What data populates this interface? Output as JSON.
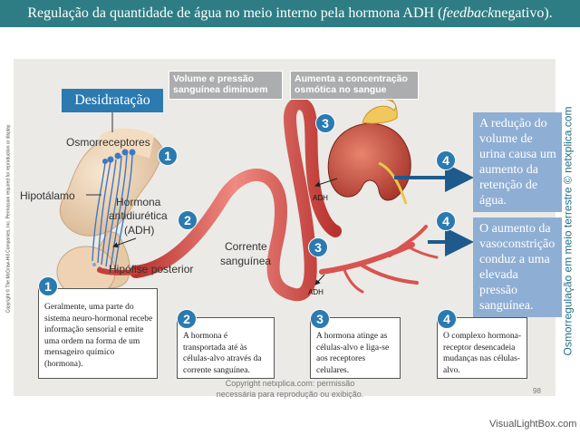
{
  "title": {
    "before": "Regulação da quantidade de água no meio interno pela hormona ADH (",
    "italic": "feedback",
    "after": " negativo)."
  },
  "side_copyright": "Copyright © The McGraw-Hill Companies, Inc. Permission required for reproduction or display.",
  "watermark_right": "Osmorregulação em meio terrestre © netxplica.com",
  "labels": {
    "desidratacao": "Desidratação",
    "osmorreceptores": "Osmorreceptores",
    "hipotalamo": "Hipotálamo",
    "hormona": "Hormona",
    "antidiuretica": "antidiurética",
    "adh_paren": "(ADH)",
    "hipofise": "Hipófise posterior",
    "corrente1": "Corrente",
    "corrente2": "sanguínea",
    "adh_kidney": "ADH",
    "adh_vessel": "ADH"
  },
  "top_boxes": {
    "volume": "Volume e pressão sanguínea diminuem",
    "concentracao": "Aumenta a concentração osmótica no sangue"
  },
  "right_boxes": {
    "reducao": "A redução do volume de urina causa um aumento da retenção de água.",
    "aumento": "O aumento da vasoconstrição conduz a uma elevada pressão sanguínea."
  },
  "badges": {
    "b1": "1",
    "b2": "2",
    "b3a": "3",
    "b3b": "3",
    "b4a": "4",
    "b4b": "4"
  },
  "captions": [
    {
      "num": "1",
      "text": "Geralmente, uma parte do sistema neuro-hormonal recebe informação sensorial e emite uma ordem na forma de um mensageiro químico (hormona)."
    },
    {
      "num": "2",
      "text": "A hormona é transportada até às células-alvo através da corrente sanguínea."
    },
    {
      "num": "3",
      "text": "A hormona atinge as células-alvo e liga-se aos receptores celulares."
    },
    {
      "num": "4",
      "text": "O complexo hormona-receptor desencadeia mudanças nas células-alvo."
    }
  ],
  "footer": {
    "line1": "Copyright netxplica.com: permissão",
    "line2": "necessária para reprodução ou exibição.",
    "page": "98"
  },
  "visuallightbox": "VisualLightBox.com",
  "colors": {
    "title_bg": "#2e7d84",
    "badge": "#2b7ab0",
    "right_box": "#8eaed4",
    "panel": "#ebeae6",
    "vessel": "#d9534f",
    "arrow": "#1e5a8c"
  }
}
